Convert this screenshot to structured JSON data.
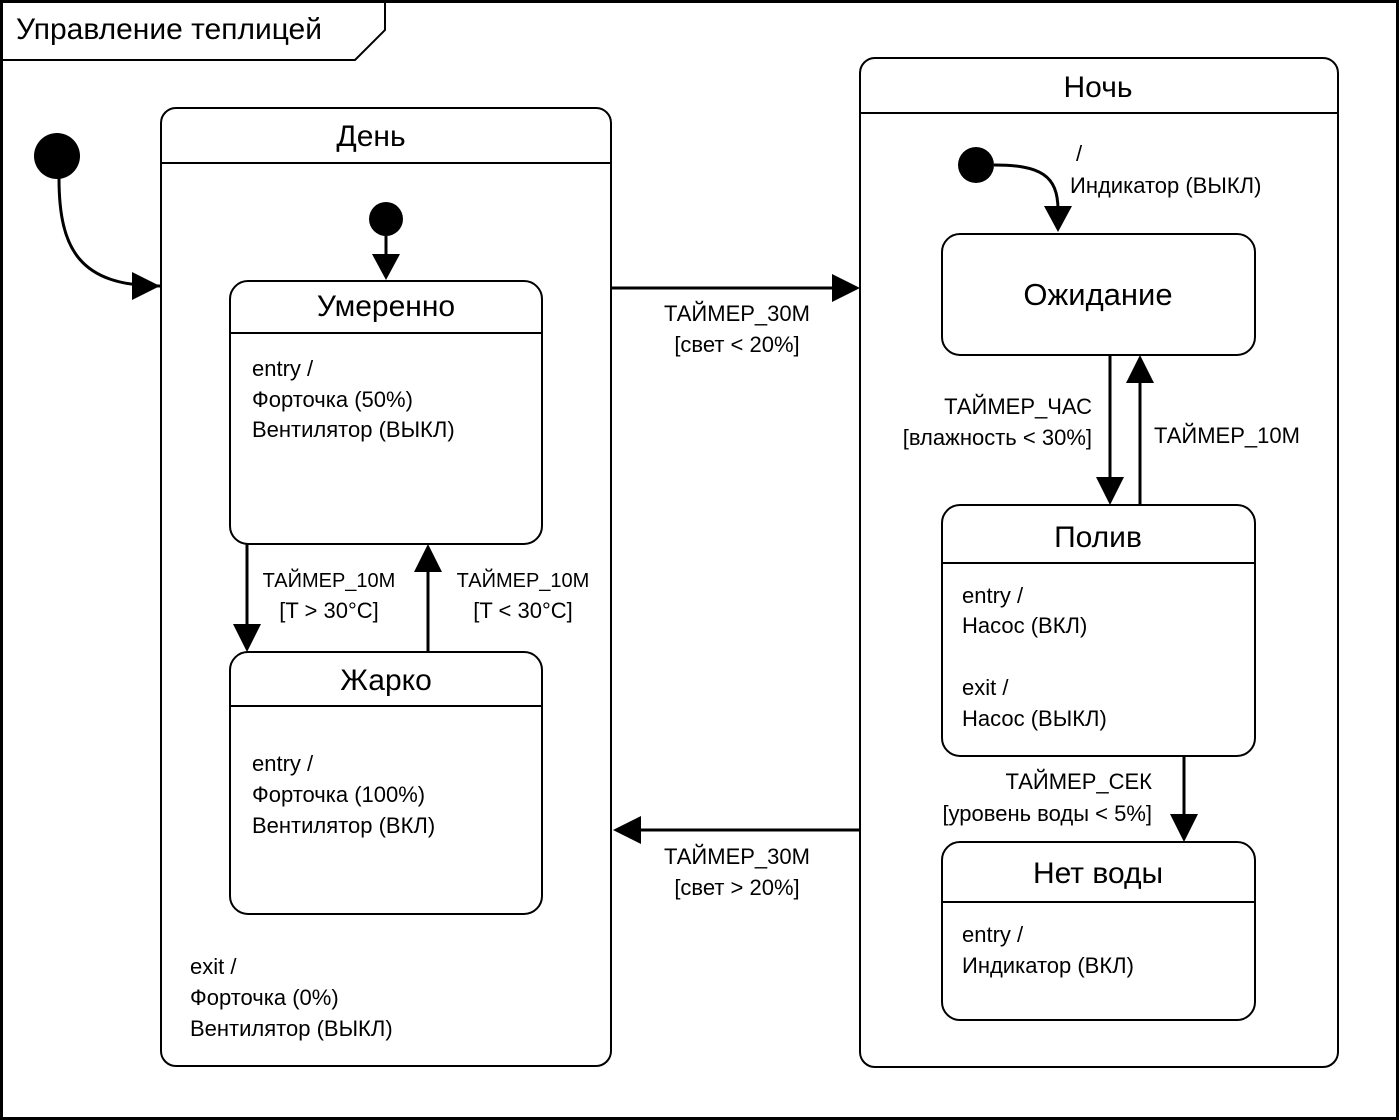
{
  "frame": {
    "title": "Управление теплицей"
  },
  "states": {
    "day": {
      "title": "День",
      "exit_lines": [
        "exit /",
        "Форточка (0%)",
        "Вентилятор (ВЫКЛ)"
      ]
    },
    "moderate": {
      "title": "Умеренно",
      "lines": [
        "entry /",
        "Форточка (50%)",
        "Вентилятор (ВЫКЛ)"
      ]
    },
    "hot": {
      "title": "Жарко",
      "lines": [
        "entry /",
        "Форточка (100%)",
        "Вентилятор (ВКЛ)"
      ]
    },
    "night": {
      "title": "Ночь"
    },
    "waiting": {
      "title": "Ожидание"
    },
    "watering": {
      "title": "Полив",
      "lines": [
        "entry /",
        "Насос (ВКЛ)",
        "exit /",
        "Насос (ВЫКЛ)"
      ]
    },
    "no_water": {
      "title": "Нет воды",
      "lines": [
        "entry /",
        "Индикатор (ВКЛ)"
      ]
    }
  },
  "transitions": {
    "night_initial": {
      "line1": "/",
      "line2": "Индикатор (ВЫКЛ)"
    },
    "day_to_night": {
      "trigger": "ТАЙМЕР_30М",
      "guard": "[свет < 20%]"
    },
    "night_to_day": {
      "trigger": "ТАЙМЕР_30М",
      "guard": "[свет > 20%]"
    },
    "moderate_to_hot": {
      "trigger": "ТАЙМЕР_10М",
      "guard": "[T > 30°C]"
    },
    "hot_to_moderate": {
      "trigger": "ТАЙМЕР_10М",
      "guard": "[T < 30°C]"
    },
    "waiting_to_watering": {
      "trigger": "ТАЙМЕР_ЧАС",
      "guard": "[влажность < 30%]"
    },
    "watering_to_waiting": {
      "trigger": "ТАЙМЕР_10М"
    },
    "watering_to_nowater": {
      "trigger": "ТАЙМЕР_СЕК",
      "guard": "[уровень воды < 5%]"
    }
  }
}
